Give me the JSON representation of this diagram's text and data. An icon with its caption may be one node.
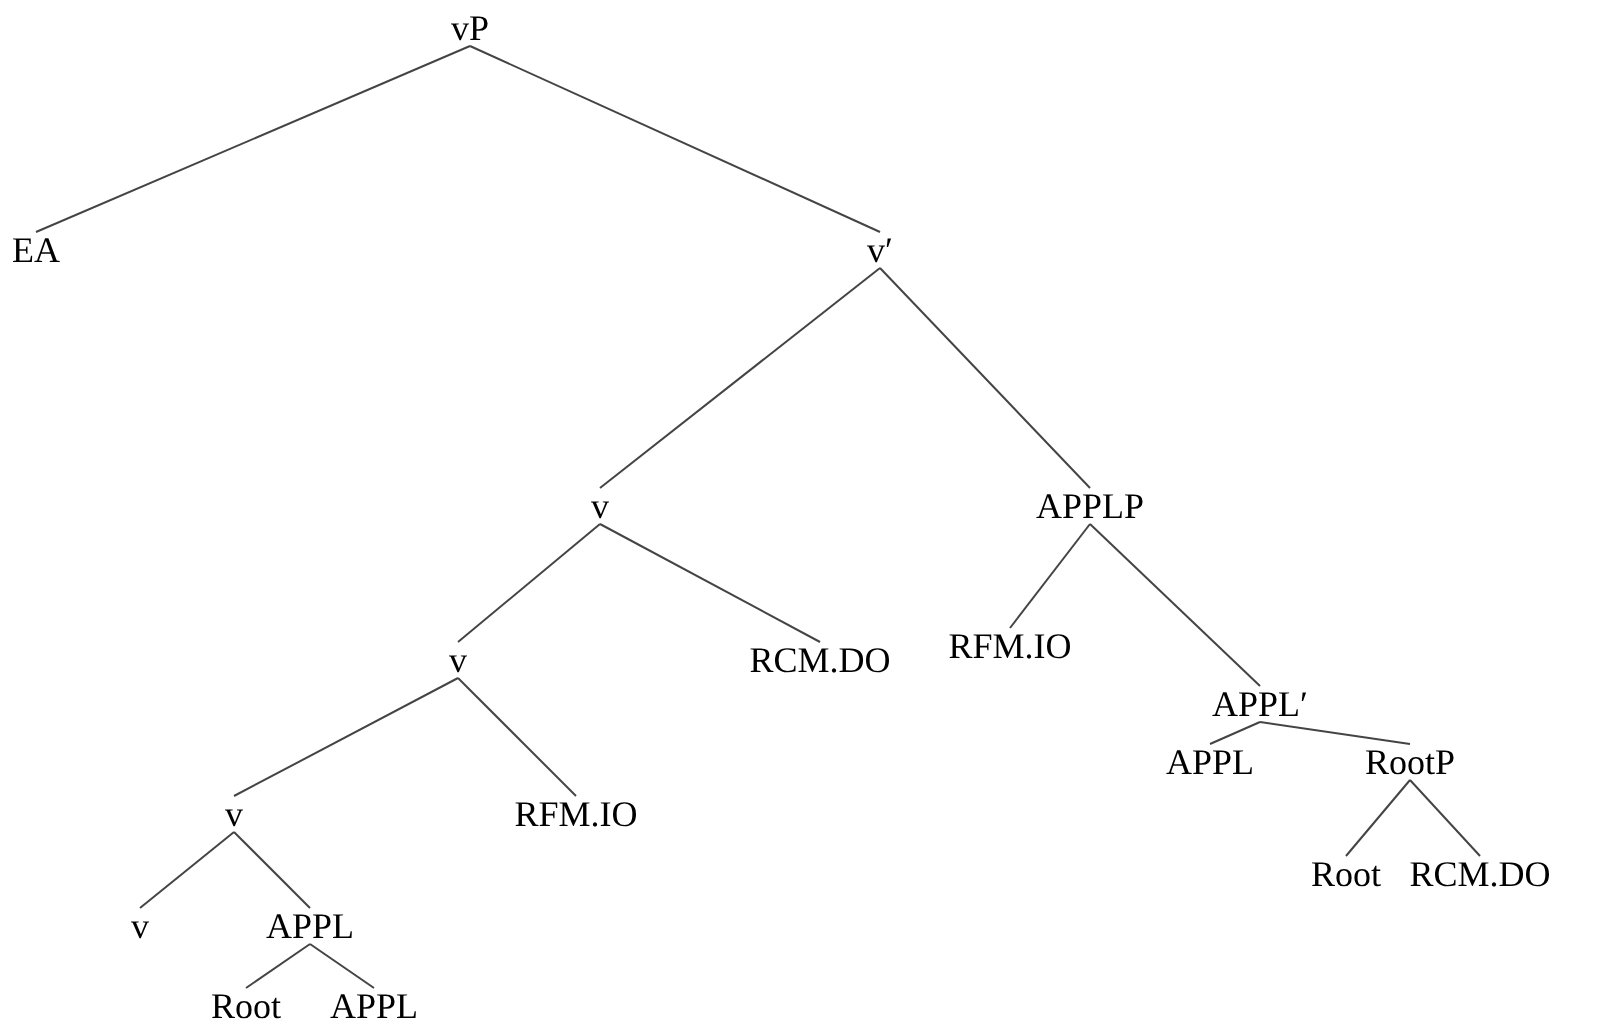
{
  "diagram": {
    "nodes": [
      {
        "text": [
          "vP"
        ]
      },
      {
        "text": [
          "EA"
        ]
      },
      {
        "text": [
          "v′"
        ]
      },
      {
        "text": [
          "v"
        ]
      },
      {
        "text": [
          "APPLP"
        ]
      },
      {
        "text": [
          "v"
        ]
      },
      {
        "text": [
          "RCM.DO"
        ]
      },
      {
        "text": [
          "RFM.IO"
        ]
      },
      {
        "text": [
          "APPL′"
        ]
      },
      {
        "text": [
          "v"
        ]
      },
      {
        "text": [
          "RFM.IO"
        ]
      },
      {
        "text": [
          "APPL"
        ]
      },
      {
        "text": [
          "RootP"
        ]
      },
      {
        "text": [
          "v"
        ]
      },
      {
        "text": [
          "APPL"
        ]
      },
      {
        "text": [
          "Root"
        ]
      },
      {
        "text": [
          "RCM.DO"
        ]
      },
      {
        "text": [
          "Root"
        ]
      },
      {
        "text": [
          "APPL"
        ]
      }
    ],
    "edges": [
      {
        "from": 0,
        "to": 1,
        "arrow": "none"
      },
      {
        "from": 0,
        "to": 2,
        "arrow": "none"
      },
      {
        "from": 2,
        "to": 3,
        "arrow": "none"
      },
      {
        "from": 2,
        "to": 4,
        "arrow": "none"
      },
      {
        "from": 3,
        "to": 5,
        "arrow": "none"
      },
      {
        "from": 3,
        "to": 6,
        "arrow": "none"
      },
      {
        "from": 4,
        "to": 7,
        "arrow": "none"
      },
      {
        "from": 4,
        "to": 8,
        "arrow": "none"
      },
      {
        "from": 5,
        "to": 9,
        "arrow": "none"
      },
      {
        "from": 5,
        "to": 10,
        "arrow": "none"
      },
      {
        "from": 8,
        "to": 11,
        "arrow": "none"
      },
      {
        "from": 8,
        "to": 12,
        "arrow": "none"
      },
      {
        "from": 9,
        "to": 13,
        "arrow": "none"
      },
      {
        "from": 9,
        "to": 14,
        "arrow": "none"
      },
      {
        "from": 12,
        "to": 15,
        "arrow": "none"
      },
      {
        "from": 12,
        "to": 16,
        "arrow": "none"
      },
      {
        "from": 14,
        "to": 17,
        "arrow": "none"
      },
      {
        "from": 14,
        "to": 18,
        "arrow": "none"
      }
    ]
  }
}
